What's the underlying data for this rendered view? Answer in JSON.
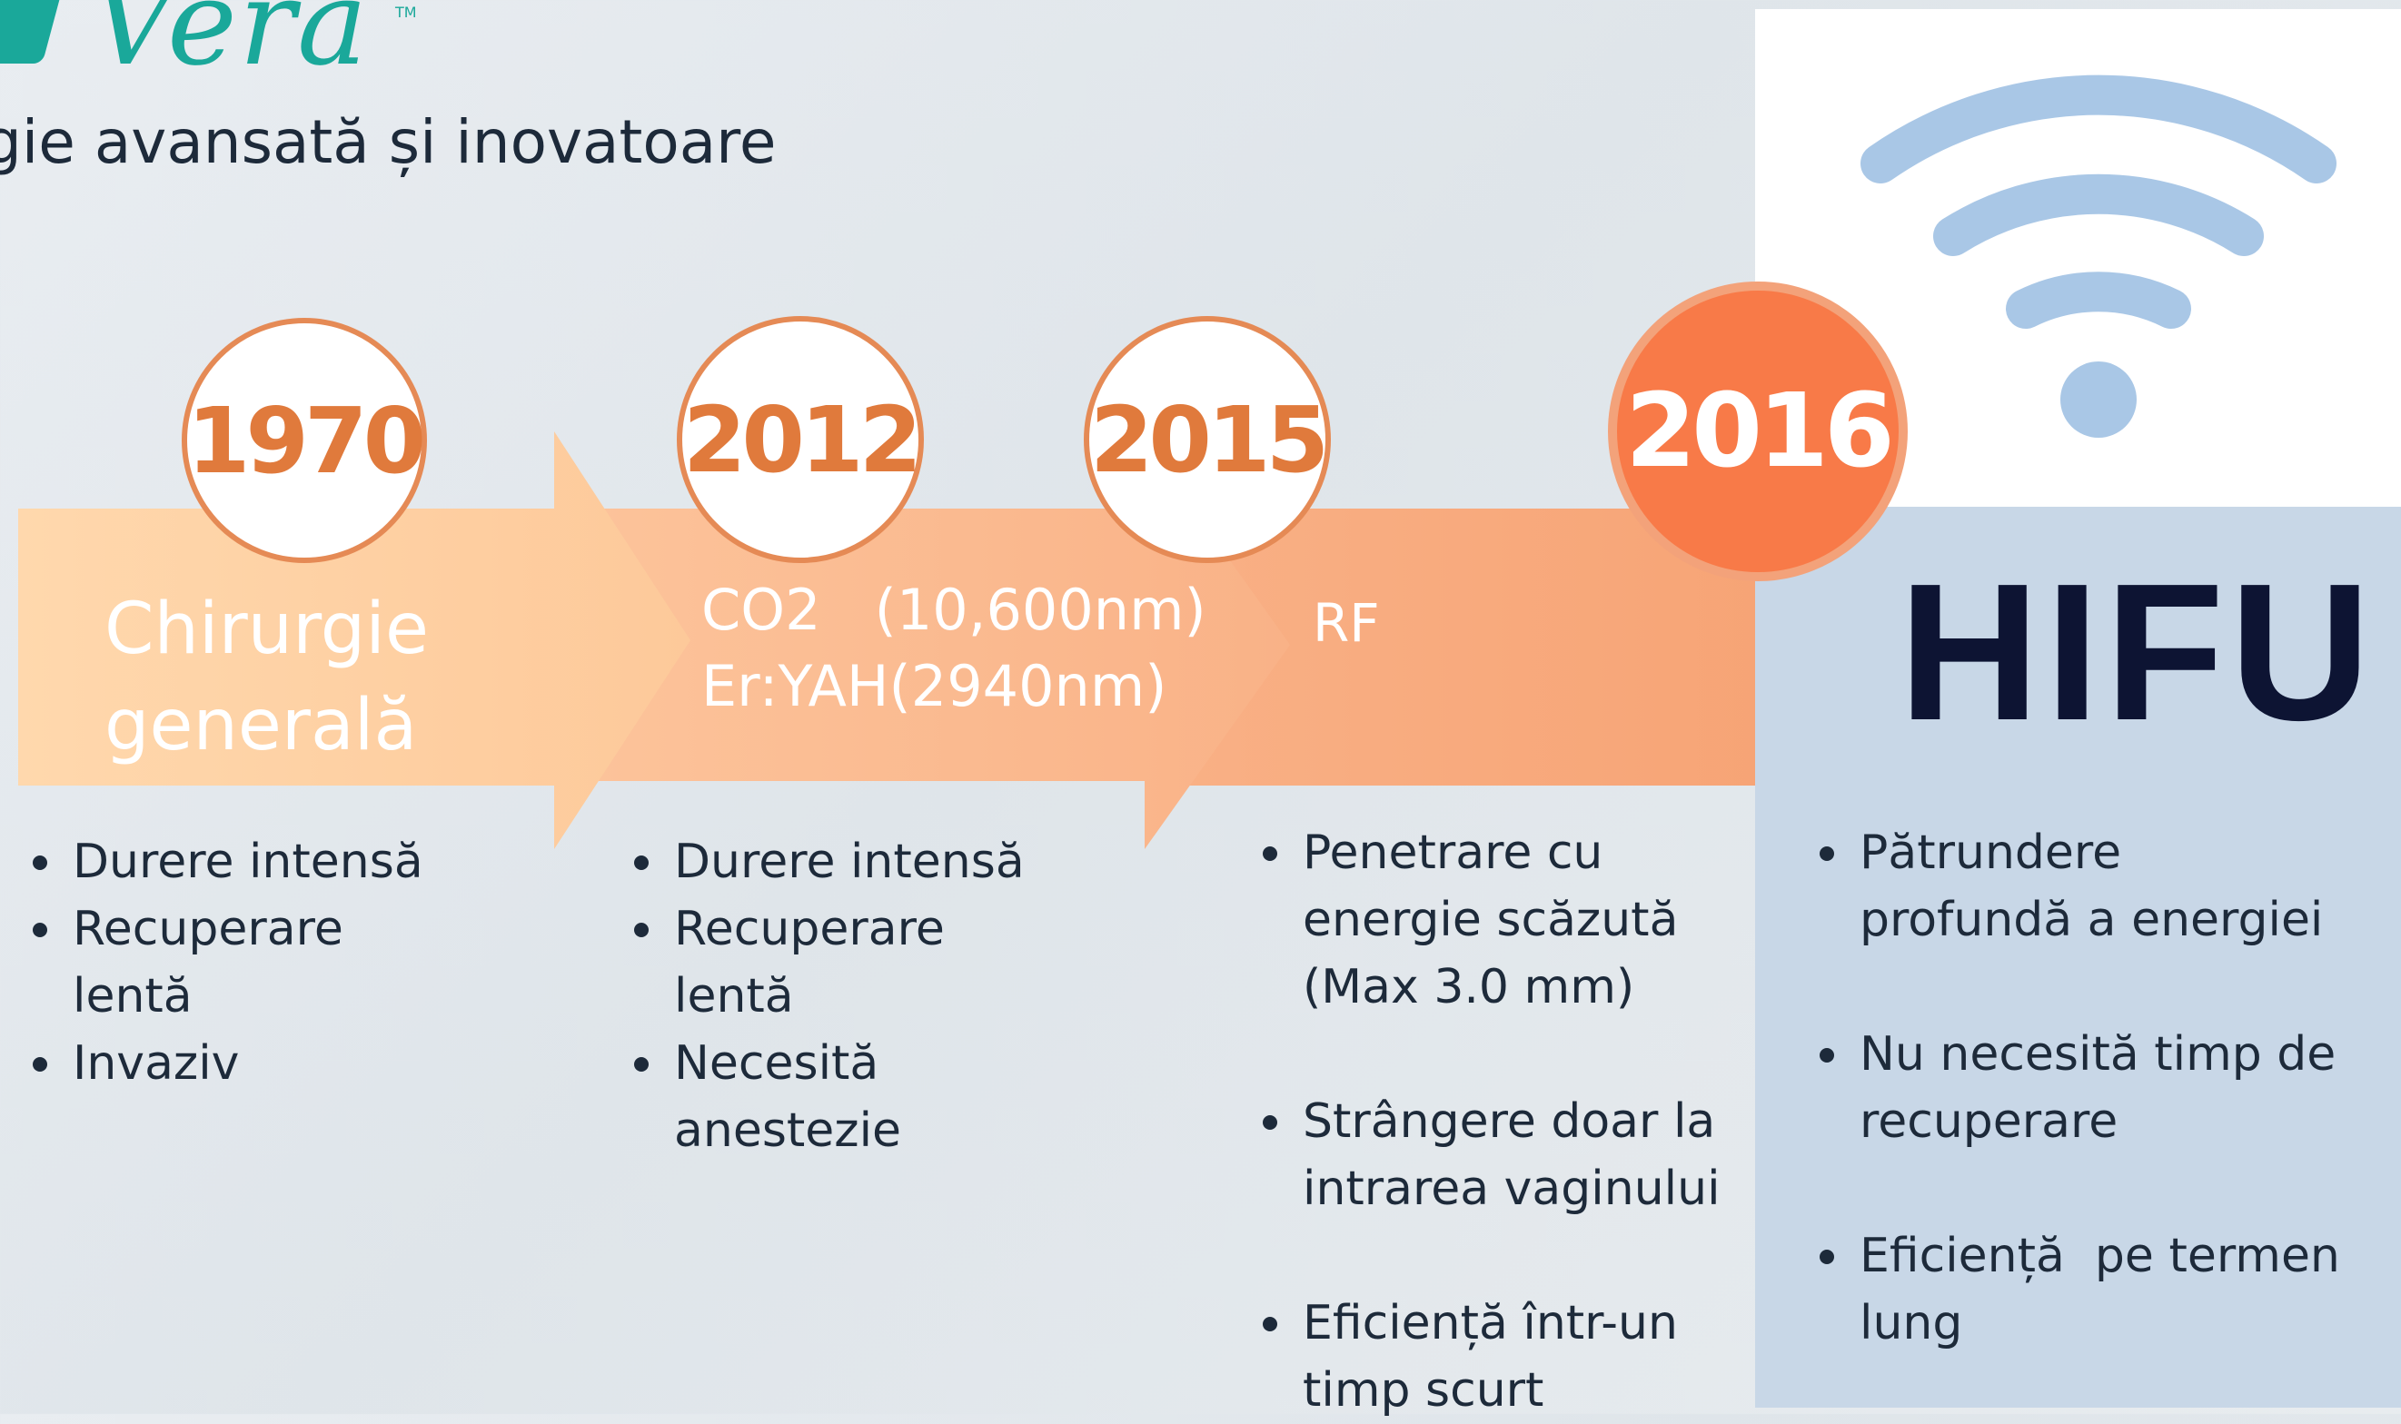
{
  "header": {
    "logo_text": "Vera",
    "logo_tm": "TM",
    "tagline": "gie avansată și inovatoare"
  },
  "colors": {
    "brand": "#1aa89a",
    "arrow_light": "#fdd5a8",
    "arrow_mid": "#f9b58a",
    "year_ring": "#e58a55",
    "year_highlight": "#f87a48",
    "hifu_panel": "#c8d7e7",
    "wifi_icon": "#a9c7e6"
  },
  "timeline": [
    {
      "year": "1970",
      "label_lines": [
        "Chirurgie",
        "generală"
      ],
      "bullets": [
        "Durere intensă",
        "Recuperare",
        "lentă",
        "Invaziv"
      ]
    },
    {
      "year": "2012",
      "label_lines": [
        "CO2   (10,600nm)",
        "Er:YAH(2940nm)"
      ],
      "bullets": [
        "Durere intensă",
        "Recuperare",
        "lentă",
        "Necesită",
        "anestezie"
      ]
    },
    {
      "year": "2015",
      "label_lines": [
        "RF"
      ],
      "bullets": [
        "Penetrare cu",
        "energie scăzută",
        "(Max 3.0 mm)",
        "Strângere doar la",
        "intrarea vaginului",
        "Eficiență într-un",
        "timp scurt"
      ]
    },
    {
      "year": "2016",
      "label_lines": [
        "HIFU"
      ],
      "bullets": [
        "Pătrundere",
        "profundă a energiei",
        "Nu necesită timp de",
        "recuperare",
        "Eficiență  pe termen",
        "lung"
      ]
    }
  ]
}
